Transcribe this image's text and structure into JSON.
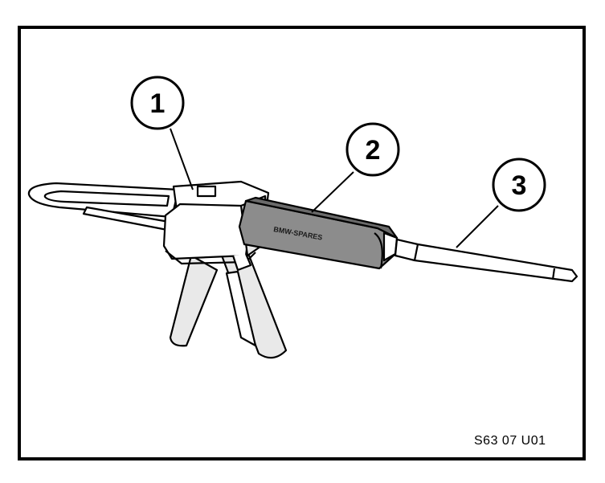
{
  "figure": {
    "callouts": [
      {
        "number": "1"
      },
      {
        "number": "2"
      },
      {
        "number": "3"
      }
    ],
    "cartridge_marking": "BMW-SPARES",
    "code": "S63 07 U01"
  },
  "colors": {
    "line": "#000000",
    "background": "#ffffff",
    "cartridge": "#8c8c8c",
    "cartridge_dark": "#6a6a6a",
    "handle_fill": "#e9e9e9"
  }
}
